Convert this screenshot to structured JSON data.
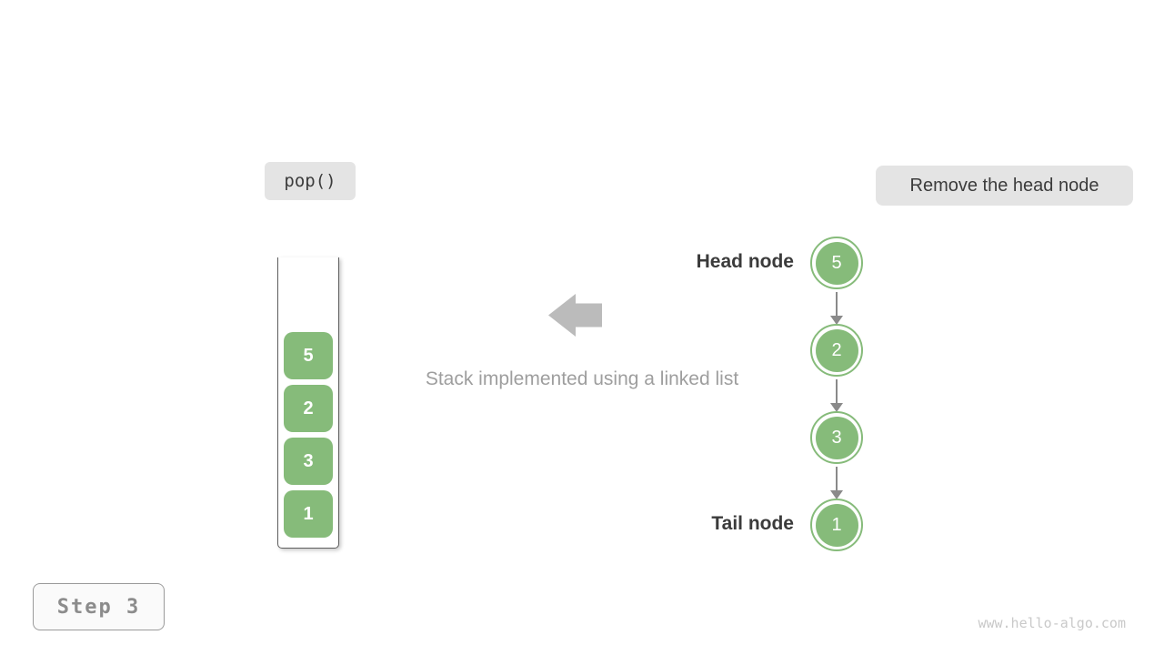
{
  "operation": {
    "label": "pop()"
  },
  "action": {
    "label": "Remove the head node"
  },
  "caption": "Stack implemented using a linked list",
  "stack": {
    "items": [
      "5",
      "2",
      "3",
      "1"
    ]
  },
  "linked_list": {
    "nodes": [
      "5",
      "2",
      "3",
      "1"
    ],
    "head_label": "Head node",
    "tail_label": "Tail node"
  },
  "step": {
    "label": "Step 3"
  },
  "watermark": "www.hello-algo.com",
  "colors": {
    "node_green": "#86bb7a",
    "chip_bg": "#e4e4e4",
    "dark_text": "#3c3c3c",
    "caption_gray": "#9e9e9e",
    "link_arrow_gray": "#8a8a8a",
    "big_arrow_gray": "#bbbbbb",
    "container_border": "#5e5e5e",
    "step_text": "#8c8c8c",
    "watermark_gray": "#c9c9c9"
  }
}
